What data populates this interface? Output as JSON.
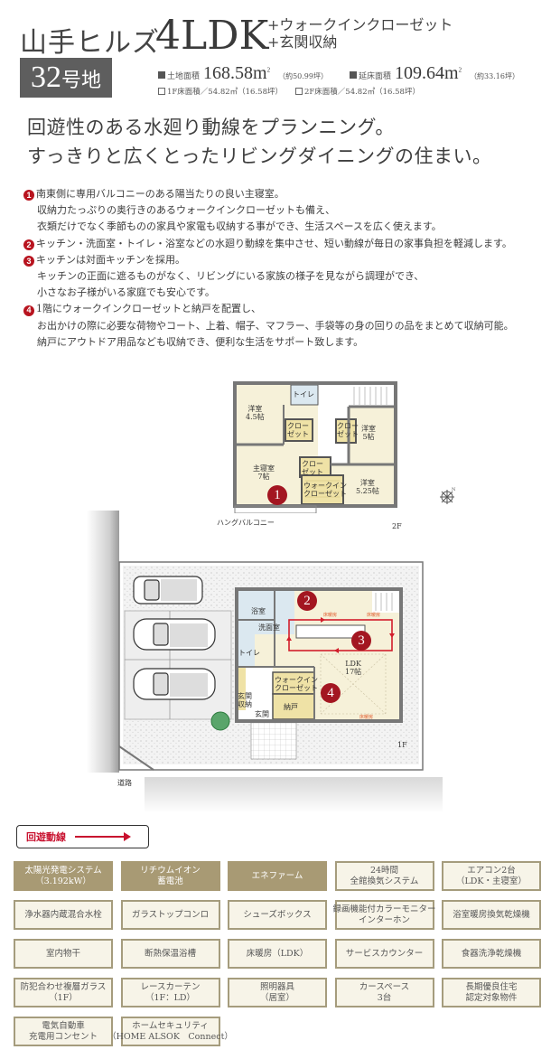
{
  "header": {
    "property_name": "山手ヒルズ",
    "layout": "4LDK",
    "extras": [
      "+ウォークインクローゼット",
      "+玄関収納"
    ],
    "lot_number": "32",
    "lot_suffix": "号地",
    "land_area_label": "土地面積",
    "land_area_value": "168.58",
    "land_area_unit": "m",
    "land_area_tsubo": "（約50.99坪）",
    "floor_area_label": "延床面積",
    "floor_area_value": "109.64",
    "floor_area_unit": "m",
    "floor_area_tsubo": "（約33.16坪）",
    "floor_1f": "1F床面積／54.82㎡（16.58坪）",
    "floor_2f": "2F床面積／54.82㎡（16.58坪）"
  },
  "headline": {
    "line1": "回遊性のある水廻り動線をプランニング。",
    "line2": "すっきりと広くとったリビングダイニングの住まい。"
  },
  "points": [
    {
      "num": "1",
      "lines": [
        "南東側に専用バルコニーのある陽当たりの良い主寝室。",
        "収納力たっぷりの奥行きのあるウォークインクローゼットも備え、",
        "衣類だけでなく季節ものの家具や家電も収納する事ができ、生活スペースを広く使えます。"
      ]
    },
    {
      "num": "2",
      "lines": [
        "キッチン・洗面室・トイレ・浴室などの水廻り動線を集中させ、短い動線が毎日の家事負担を軽減します。"
      ]
    },
    {
      "num": "3",
      "lines": [
        "キッチンは対面キッチンを採用。",
        "キッチンの正面に遮るものがなく、リビングにいる家族の様子を見ながら調理ができ、",
        "小さなお子様がいる家庭でも安心です。"
      ]
    },
    {
      "num": "4",
      "lines": [
        "1階にウォークインクローゼットと納戸を配置し、",
        "お出かけの際に必要な荷物やコート、上着、帽子、マフラー、手袋等の身の回りの品をまとめて収納可能。",
        "納戸にアウトドア用品なども収納でき、便利な生活をサポート致します。"
      ]
    }
  ],
  "floorplan_2f": {
    "floor_label": "2F",
    "rooms": {
      "western1": "洋室\n4.5帖",
      "toilet": "トイレ",
      "closet1": "クロー\nゼット",
      "closet2": "クロー\nゼット",
      "western2": "洋室\n5帖",
      "master": "主寝室\n7帖",
      "closet3": "クロー\nゼット",
      "wic": "ウォークイン\nクローゼット",
      "western3": "洋室\n5.25帖",
      "balcony": "ハングバルコニー"
    },
    "marker": "1",
    "compass": "N"
  },
  "floorplan_1f": {
    "floor_label": "1F",
    "road_label": "道路",
    "rooms": {
      "bath": "浴室",
      "washroom": "洗面室",
      "toilet": "トイレ",
      "ldk": "LDK\n17帖",
      "wic": "ウォークイン\nクローゼット",
      "entry_storage": "玄関\n収納",
      "entrance": "玄関",
      "storeroom": "納戸",
      "floor_heating": "床暖房"
    },
    "markers": [
      "2",
      "3",
      "4"
    ]
  },
  "legend": {
    "label": "回遊動線"
  },
  "features": [
    {
      "lines": [
        "太陽光発電システム",
        "（3.192kW）"
      ],
      "highlight": true
    },
    {
      "lines": [
        "リチウムイオン",
        "蓄電池"
      ],
      "highlight": true
    },
    {
      "lines": [
        "エネファーム"
      ],
      "highlight": true
    },
    {
      "lines": [
        "24時間",
        "全館換気システム"
      ],
      "highlight": false
    },
    {
      "lines": [
        "エアコン2台",
        "（LDK・主寝室）"
      ],
      "highlight": false
    },
    {
      "lines": [
        "浄水器内蔵混合水栓"
      ],
      "highlight": false
    },
    {
      "lines": [
        "ガラストップコンロ"
      ],
      "highlight": false
    },
    {
      "lines": [
        "シューズボックス"
      ],
      "highlight": false
    },
    {
      "lines": [
        "録画機能付カラーモニター",
        "インターホン"
      ],
      "highlight": false
    },
    {
      "lines": [
        "浴室暖房換気乾燥機"
      ],
      "highlight": false
    },
    {
      "lines": [
        "室内物干"
      ],
      "highlight": false
    },
    {
      "lines": [
        "断熱保温浴槽"
      ],
      "highlight": false
    },
    {
      "lines": [
        "床暖房（LDK）"
      ],
      "highlight": false
    },
    {
      "lines": [
        "サービスカウンター"
      ],
      "highlight": false
    },
    {
      "lines": [
        "食器洗浄乾燥機"
      ],
      "highlight": false
    },
    {
      "lines": [
        "防犯合わせ複層ガラス",
        "（1F）"
      ],
      "highlight": false
    },
    {
      "lines": [
        "レースカーテン",
        "（1F：LD）"
      ],
      "highlight": false
    },
    {
      "lines": [
        "照明器具",
        "（居室）"
      ],
      "highlight": false
    },
    {
      "lines": [
        "カースペース",
        "3台"
      ],
      "highlight": false
    },
    {
      "lines": [
        "長期優良住宅",
        "認定対象物件"
      ],
      "highlight": false
    },
    {
      "lines": [
        "電気自動車",
        "充電用コンセント"
      ],
      "highlight": false
    },
    {
      "lines": [
        "ホームセキュリティ",
        "（HOME ALSOK　Connect）"
      ],
      "highlight": false
    }
  ],
  "colors": {
    "accent_red": "#b8141f",
    "badge_gray": "#5e5e5e",
    "tile_gold": "#a89a74",
    "tile_cream": "#f7f4e8",
    "tile_border": "#a59c7d",
    "room_cream": "#f6f1d9",
    "wet_blue": "#dbe8f0",
    "storage_yellow": "#efe2a6"
  }
}
